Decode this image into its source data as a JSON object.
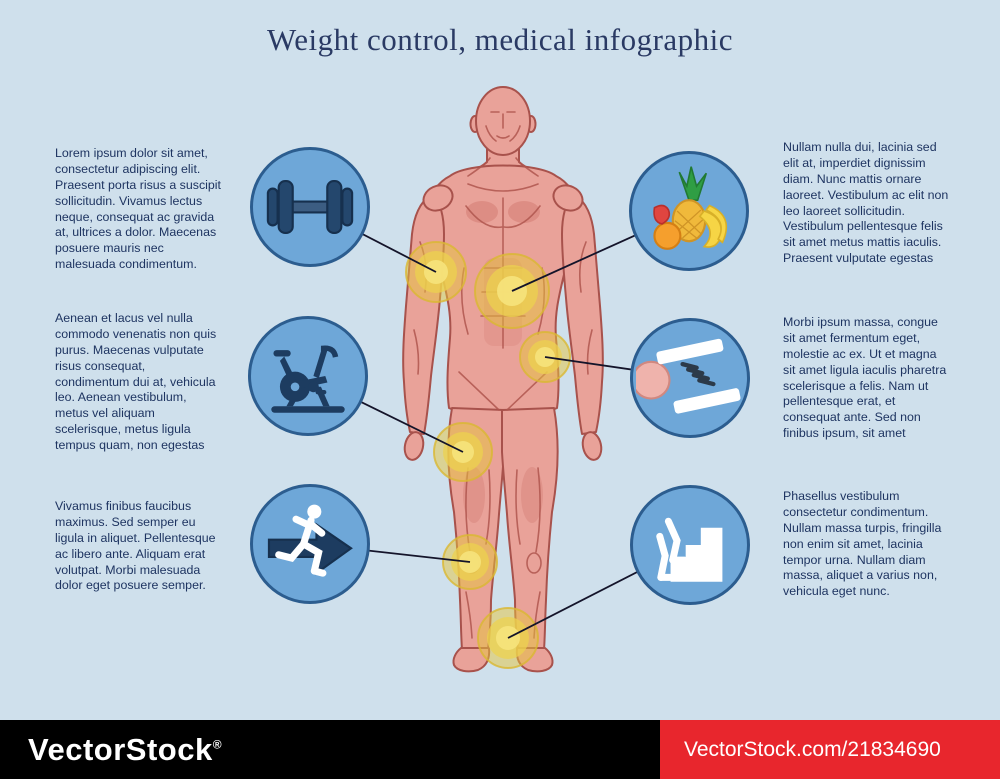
{
  "title": "Weight control, medical infographic",
  "left_blocks": [
    "Lorem ipsum dolor sit amet, consectetur adipiscing elit. Praesent porta risus a suscipit sollicitudin. Vivamus lectus neque, consequat ac gravida at, ultrices a dolor. Maecenas posuere mauris nec malesuada condimentum.",
    "Aenean et lacus vel nulla commodo venenatis non quis purus. Maecenas vulputate risus consequat, condimentum dui at, vehicula leo. Aenean vestibulum, metus vel aliquam scelerisque, metus ligula tempus quam, non egestas",
    "Vivamus finibus faucibus maximus. Sed semper eu ligula in aliquet. Pellentesque ac libero ante. Aliquam erat volutpat. Morbi malesuada dolor eget posuere semper."
  ],
  "right_blocks": [
    "Nullam nulla dui, lacinia sed elit at, imperdiet dignissim diam. Nunc mattis ornare laoreet. Vestibulum ac elit non leo laoreet sollicitudin. Vestibulum pellentesque felis sit amet metus mattis iaculis. Praesent vulputate egestas",
    "Morbi ipsum massa, congue sit amet fermentum eget, molestie ac ex. Ut et magna sit amet ligula iaculis pharetra scelerisque a felis. Nam ut pellentesque erat, et consequat ante. Sed non finibus ipsum, sit amet",
    "Phasellus vestibulum consectetur condimentum. Nullam massa turpis, fringilla non enim sit amet, lacinia tempor urna. Nullam diam massa, aliquet a varius non, vehicula eget nunc."
  ],
  "icons": {
    "left": [
      "dumbbell-icon",
      "exercise-bike-icon",
      "running-man-icon"
    ],
    "right": [
      "fruits-icon",
      "weighing-scale-icon",
      "climbing-stairs-icon"
    ]
  },
  "footer": {
    "brand": "VectorStock",
    "registered": "®",
    "credit": "VectorStock.com/21834690"
  },
  "colors": {
    "background": "#cfe0ec",
    "text": "#1e3461",
    "circle_fill": "#6ea7d8",
    "circle_ring": "#2c5d8f",
    "highlight": "#e6c43c",
    "body_skin": "#e9a299",
    "body_line": "#a8524c",
    "footer_bar": "#000000",
    "credit_red": "#e8262d"
  }
}
